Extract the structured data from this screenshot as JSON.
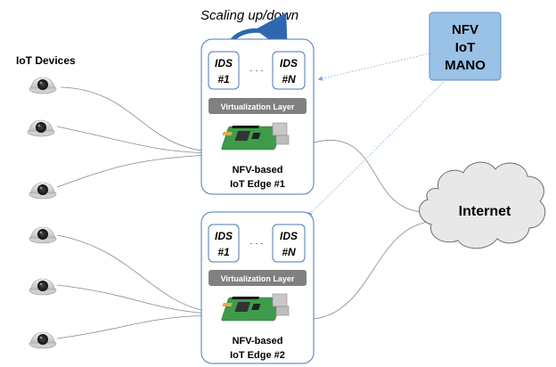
{
  "title_scaling": "Scaling up/down",
  "iot_devices_label": "IoT Devices",
  "manager": {
    "line1": "NFV",
    "line2": "IoT",
    "line3": "MANO"
  },
  "internet_label": "Internet",
  "virtualization_label": "Virtualization Layer",
  "ids_first": {
    "name": "IDS",
    "num": "#1"
  },
  "ids_last": {
    "name": "IDS",
    "num": "#N"
  },
  "ellipsis": "· · ·",
  "edge1": {
    "line1": "NFV-based",
    "line2": "IoT Edge #1"
  },
  "edge2": {
    "line1": "NFV-based",
    "line2": "IoT Edge #2"
  },
  "colors": {
    "mano_fill": "#99c2e6",
    "mano_stroke": "#5b8fc7",
    "edge_stroke": "#4a7ab5",
    "virt_fill": "#808080",
    "cloud_fill": "#e8e8e8",
    "arrow_blue": "#2f67b1",
    "dotted_blue": "#7aa8dd",
    "wire": "#888888"
  },
  "device_count": 6
}
